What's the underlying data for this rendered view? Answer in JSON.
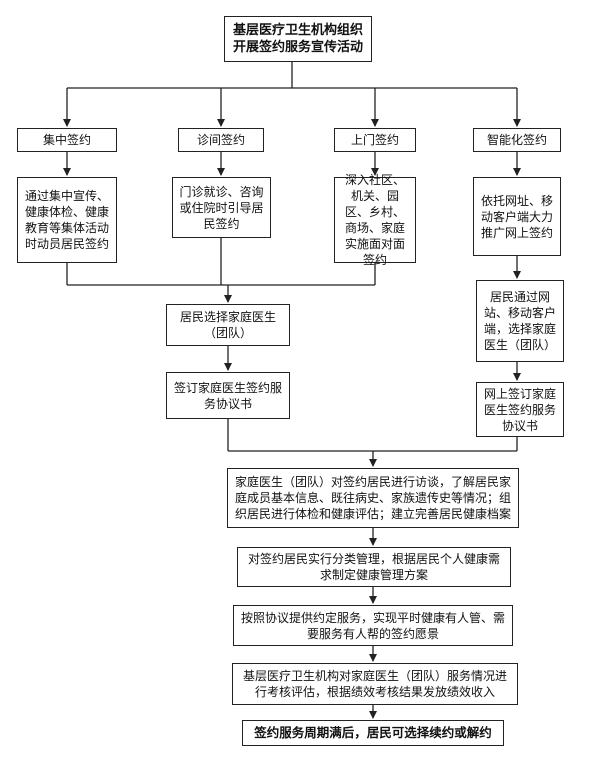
{
  "title_box": "基层医疗卫生机构组织开展签约服务宣传活动",
  "channels": [
    {
      "name": "集中签约",
      "desc": "通过集中宣传、健康体检、健康教育等集体活动时动员居民签约"
    },
    {
      "name": "诊间签约",
      "desc": "门诊就诊、咨询或住院时引导居民签约"
    },
    {
      "name": "上门签约",
      "desc": "深入社区、机关、园区、乡村、商场、家庭实施面对面签约"
    },
    {
      "name": "智能化签约",
      "desc": "依托网址、移动客户端大力推广网上签约"
    }
  ],
  "offline": {
    "select": "居民选择家庭医生（团队）",
    "agreement": "签订家庭医生签约服务协议书"
  },
  "online": {
    "select": "居民通过网站、移动客户端，选择家庭医生（团队）",
    "agreement": "网上签订家庭医生签约服务协议书"
  },
  "steps": [
    "家庭医生（团队）对签约居民进行访谈，了解居民家庭成员基本信息、既往病史、家族遗传史等情况；组织居民进行体检和健康评估；建立完善居民健康档案",
    "对签约居民实行分类管理，根据居民个人健康需求制定健康管理方案",
    "按照协议提供约定服务，实现平时健康有人管、需要服务有人帮的签约愿景",
    "基层医疗卫生机构对家庭医生（团队）服务情况进行考核评估，根据绩效考核结果发放绩效收入",
    "签约服务周期满后，居民可选择续约或解约"
  ]
}
